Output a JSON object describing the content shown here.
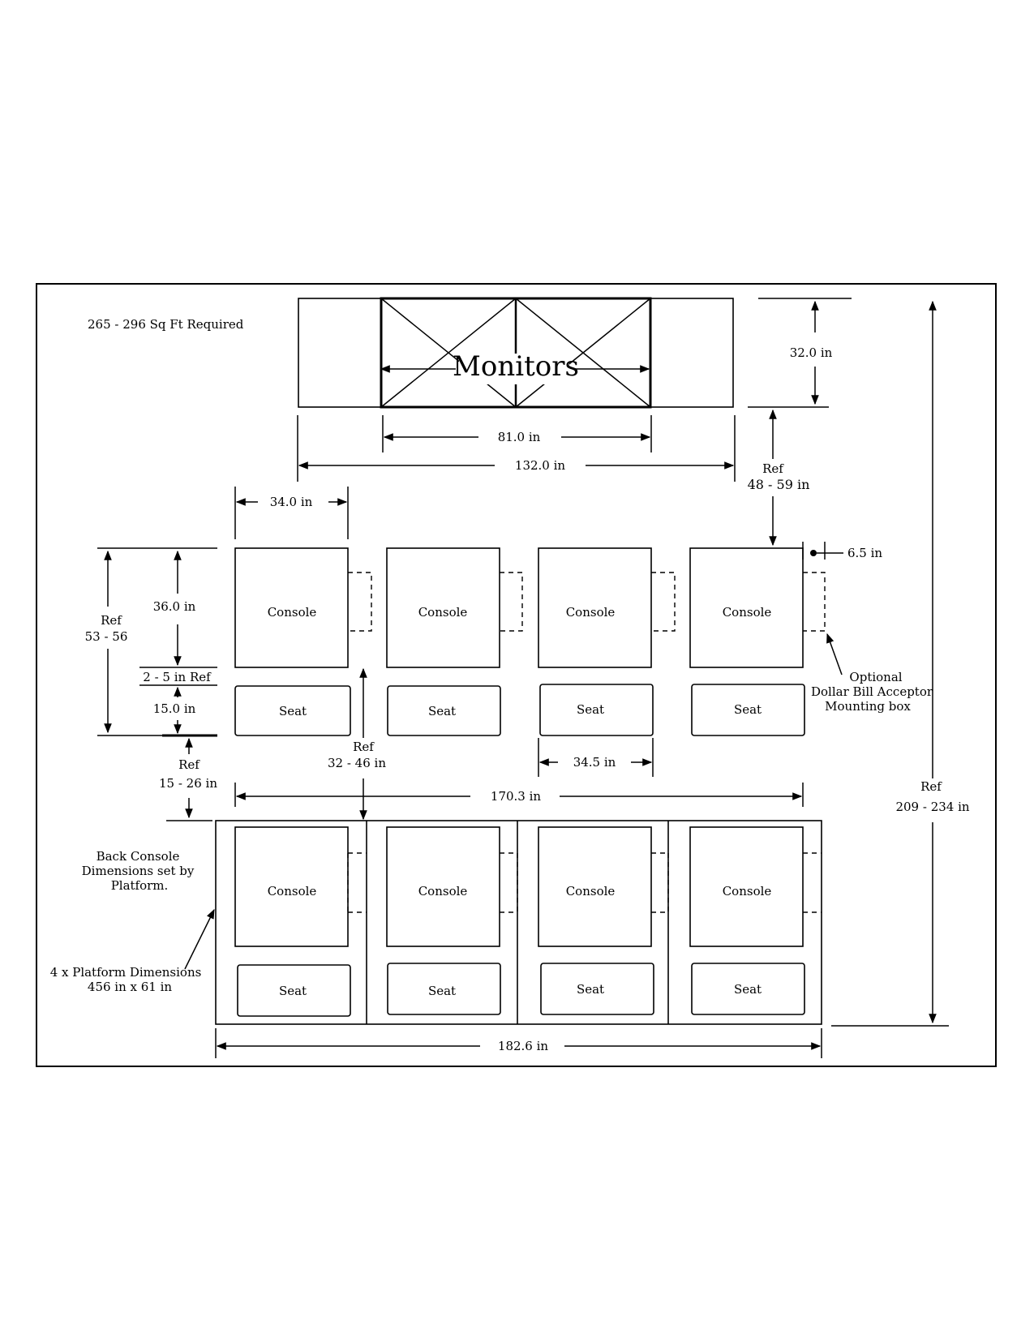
{
  "area_required": "265 - 296 Sq Ft Required",
  "monitors_label": "Monitors",
  "console_label": "Console",
  "seat_label": "Seat",
  "dimensions": {
    "monitor_height": "32.0  in",
    "monitor_inner_width": "81.0  in",
    "monitor_total_width": "132.0  in",
    "ref": "Ref",
    "monitor_to_console": "48 - 59  in",
    "console_width": "34.0  in",
    "console_depth": "36.0  in",
    "console_seat_gap": "2 - 5 in Ref",
    "seat_depth": "15.0  in",
    "row_depth_ref": "53 - 56",
    "row_gap_ref": "15 - 26  in",
    "aisle_ref": "32 - 46  in",
    "seat_pitch": "34.5  in",
    "front_row_width": "170.3  in",
    "bill_acceptor_width": "6.5  in",
    "overall_depth": "209 - 234  in",
    "platform_width": "182.6  in"
  },
  "notes": {
    "bill_acceptor": [
      "Optional",
      "Dollar Bill Acceptor",
      "Mounting box"
    ],
    "back_console": [
      "Back Console",
      "Dimensions set by",
      "Platform."
    ],
    "platform": [
      "4 x Platform Dimensions",
      "456  in  x 61  in"
    ]
  }
}
